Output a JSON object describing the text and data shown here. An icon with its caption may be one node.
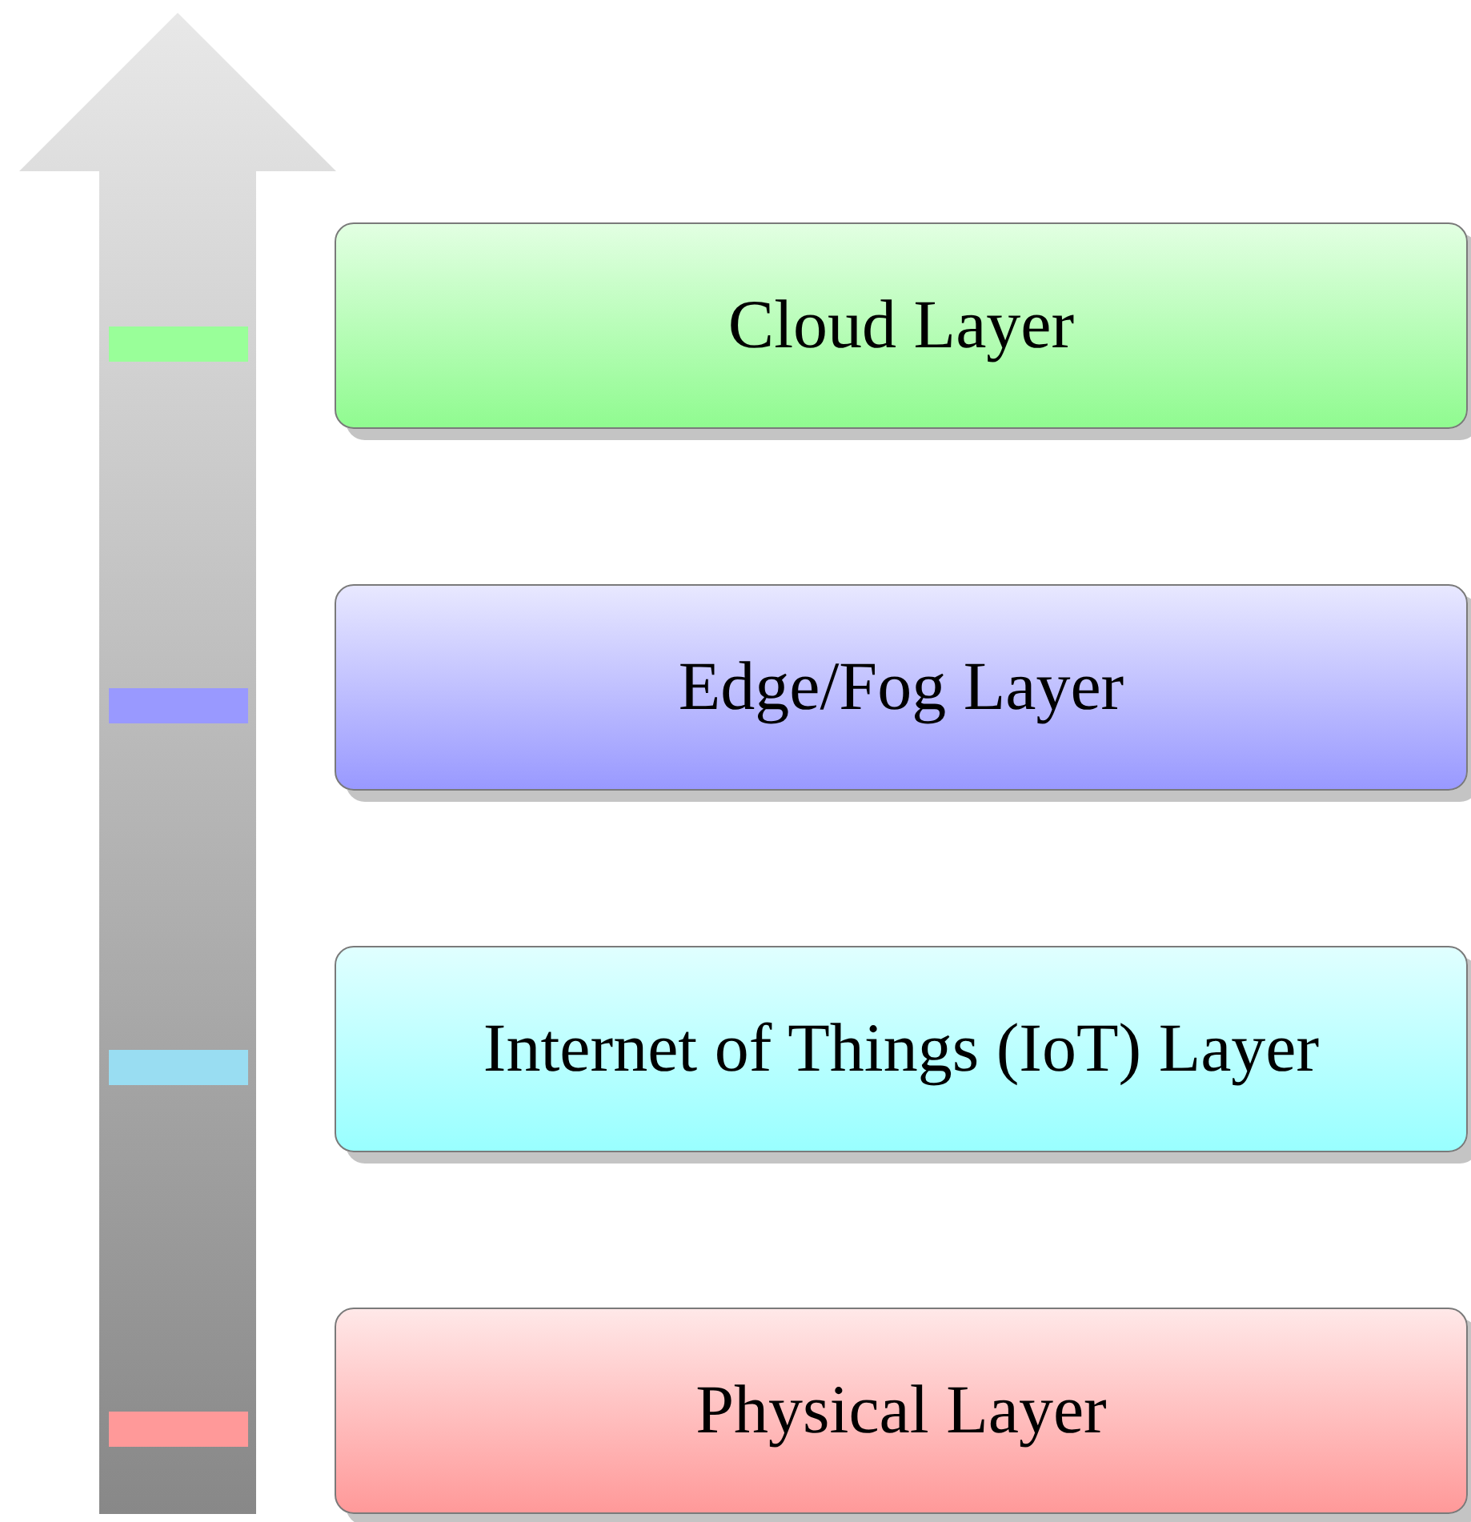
{
  "diagram": {
    "nodes": [
      {
        "text": [
          "Cloud Layer"
        ]
      },
      {
        "text": [
          "Edge/Fog Layer"
        ]
      },
      {
        "text": [
          "Internet of Things (IoT) Layer"
        ]
      },
      {
        "text": [
          "Physical Layer"
        ]
      }
    ]
  }
}
